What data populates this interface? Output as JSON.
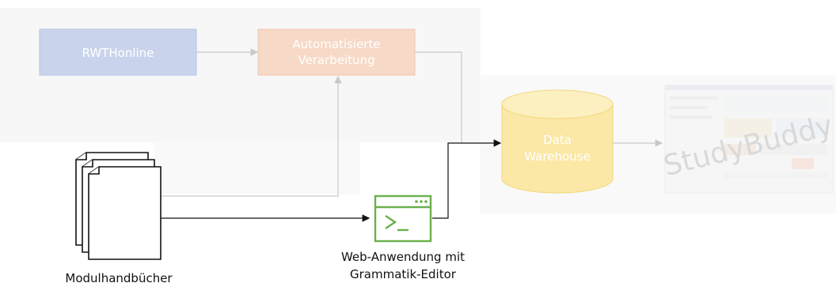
{
  "nodes": {
    "rwthonline": {
      "label": "RWTHonline",
      "fill": "#c9d4ec",
      "stroke": "#b3c3e3"
    },
    "processing": {
      "label_line1": "Automatisierte",
      "label_line2": "Verarbeitung",
      "fill": "#f7d9c7",
      "stroke": "#f1c5ac"
    },
    "warehouse": {
      "label_line1": "Data",
      "label_line2": "Warehouse",
      "fill": "#fbe8a6",
      "stroke": "#f1d87c"
    },
    "handbooks": {
      "caption": "Modulhandbücher"
    },
    "webapp": {
      "caption_line1": "Web-Anwendung mit",
      "caption_line2": "Grammatik-Editor",
      "color": "#6ab04c"
    },
    "studybuddy": {
      "label": "StudyBuddy"
    }
  },
  "colors": {
    "background_panel": "#f7f7f7",
    "active_arrow": "#111111",
    "faded_arrow": "#c9c9c9"
  },
  "icons": {
    "handbooks": "document-stack-icon",
    "webapp": "terminal-window-icon",
    "studybuddy": "app-screenshot-icon"
  }
}
